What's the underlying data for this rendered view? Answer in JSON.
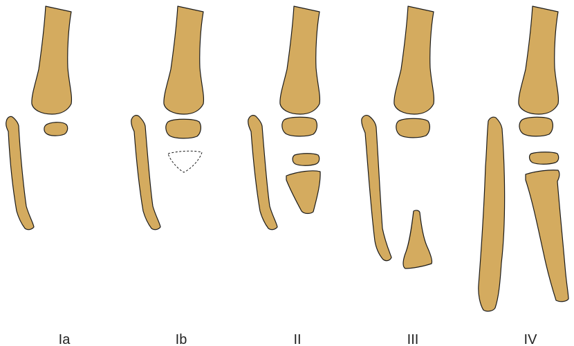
{
  "figure": {
    "panels": [
      {
        "label": "Ia",
        "type": "Ia"
      },
      {
        "label": "Ib",
        "type": "Ib"
      },
      {
        "label": "II",
        "type": "II"
      },
      {
        "label": "III",
        "type": "III"
      },
      {
        "label": "IV",
        "type": "IV"
      }
    ],
    "colors": {
      "bone_fill": "#d4ab5f",
      "bone_outline": "#1a1a1a",
      "background": "#ffffff"
    }
  }
}
